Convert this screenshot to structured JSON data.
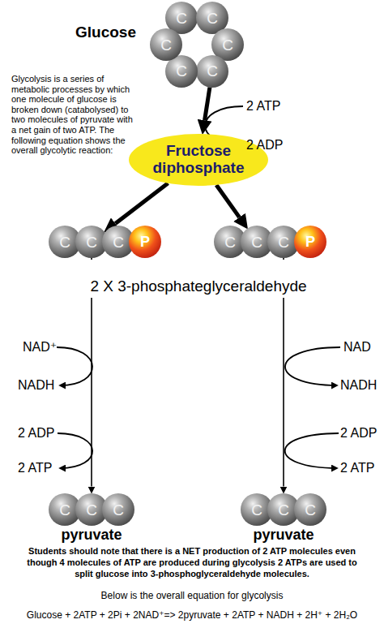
{
  "diagram": {
    "nodes": [
      {
        "text": [
          "C"
        ]
      },
      {
        "text": [
          "C"
        ]
      },
      {
        "text": [
          "C"
        ]
      },
      {
        "text": [
          "C"
        ]
      },
      {
        "text": [
          "C"
        ]
      },
      {
        "text": [
          "C"
        ]
      },
      {
        "text": [
          "Fructose diphosphate"
        ]
      },
      {
        "text": [
          "C"
        ]
      },
      {
        "text": [
          "C"
        ]
      },
      {
        "text": [
          "C"
        ]
      },
      {
        "text": [
          "P"
        ]
      },
      {
        "text": [
          "C"
        ]
      },
      {
        "text": [
          "C"
        ]
      },
      {
        "text": [
          "C"
        ]
      },
      {
        "text": [
          "P"
        ]
      },
      {
        "text": [
          "C"
        ]
      },
      {
        "text": [
          "C"
        ]
      },
      {
        "text": [
          "C"
        ]
      },
      {
        "text": [
          "C"
        ]
      },
      {
        "text": [
          "C"
        ]
      },
      {
        "text": [
          "C"
        ]
      }
    ],
    "edges": [
      {
        "from": 3,
        "to": 6,
        "arrow": "to"
      },
      {
        "from": 6,
        "to": 8,
        "arrow": "to"
      },
      {
        "from": 6,
        "to": 12,
        "arrow": "to"
      },
      {
        "from": 8,
        "to": 16,
        "arrow": "to"
      },
      {
        "from": 13,
        "to": 19,
        "arrow": "to"
      }
    ],
    "labels": [
      "Glucose",
      "Glycolysis is a series of metabolic processes by which one molecule of glucose is broken down (catabolysed) to two molecules of pyruvate with a net gain of two ATP. The following equation shows the overall glycolytic reaction:",
      "2 ATP",
      "2 ADP",
      "2 X 3-phosphateglyceraldehyde",
      "NAD⁺",
      "NADH",
      "2 ADP",
      "2 ATP",
      "NAD",
      "NADH",
      "2 ADP",
      "2 ATP",
      "pyruvate",
      "pyruvate",
      "Students should note that there is a NET production of 2 ATP molecules even though 4 molecules of ATP are produced during glycolysis 2 ATPs are used to split glucose into 3-phosphoglyceraldehyde molecules.",
      "Below is the overall equation for glycolysis",
      "Glucose + 2ATP + 2Pi + 2NAD⁺=> 2pyruvate + 2ATP + NADH + 2H⁺ + 2H₂O"
    ]
  }
}
